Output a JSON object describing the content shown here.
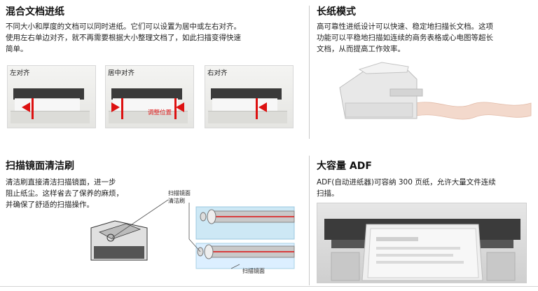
{
  "mixed": {
    "title": "混合文档进纸",
    "lines": [
      "不同大小和厚度的文档可以同时进纸。它们可以设置为居中或左右对齐。",
      "使用左右单边对齐，就不再需要根据大小整理文档了，如此扫描变得快速",
      "简单。"
    ],
    "thumbs": [
      {
        "label": "左对齐"
      },
      {
        "label": "居中对齐",
        "note": "调整位置"
      },
      {
        "label": "右对齐"
      }
    ]
  },
  "long_paper": {
    "title": "长纸模式",
    "lines": [
      "高可靠性进纸设计可以快速、稳定地扫描长文档。这项",
      "功能可以平稳地扫描如连续的商务表格或心电图等超长",
      "文档，从而提高工作效率。"
    ]
  },
  "brush": {
    "title": "扫描镜面清洁刷",
    "lines": [
      "清洁刷直接清洁扫描镜面，进一步",
      "阻止纸尘。这样省去了保养的麻烦，",
      "并确保了舒适的扫描操作。"
    ],
    "label_brush_line1": "扫描镜面",
    "label_brush_line2": "清洁刷",
    "label_glass": "扫描镜面"
  },
  "adf": {
    "title": "大容量 ADF",
    "lines": [
      "ADF(自动进纸器)可容纳 300 页纸，允许大量文件连续",
      "扫描。"
    ]
  },
  "colors": {
    "accent_red": "#dd1111",
    "title_color": "#111111",
    "divider": "#c8c8c8"
  }
}
